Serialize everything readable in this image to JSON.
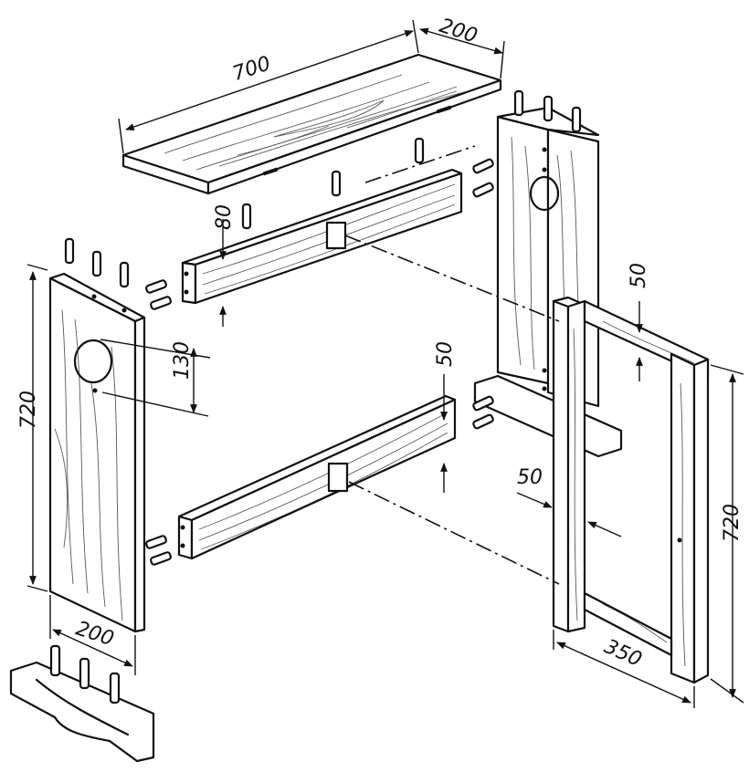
{
  "figure": {
    "dimensions": {
      "top_length": "700",
      "top_width": "200",
      "rail_height_top": "80",
      "hole_offset": "130",
      "side_height_left": "720",
      "side_width_left": "200",
      "rail_height_bottom": "50",
      "frame_rail_height": "50",
      "frame_rail_offset": "50",
      "frame_height": "720",
      "frame_width": "350"
    }
  }
}
